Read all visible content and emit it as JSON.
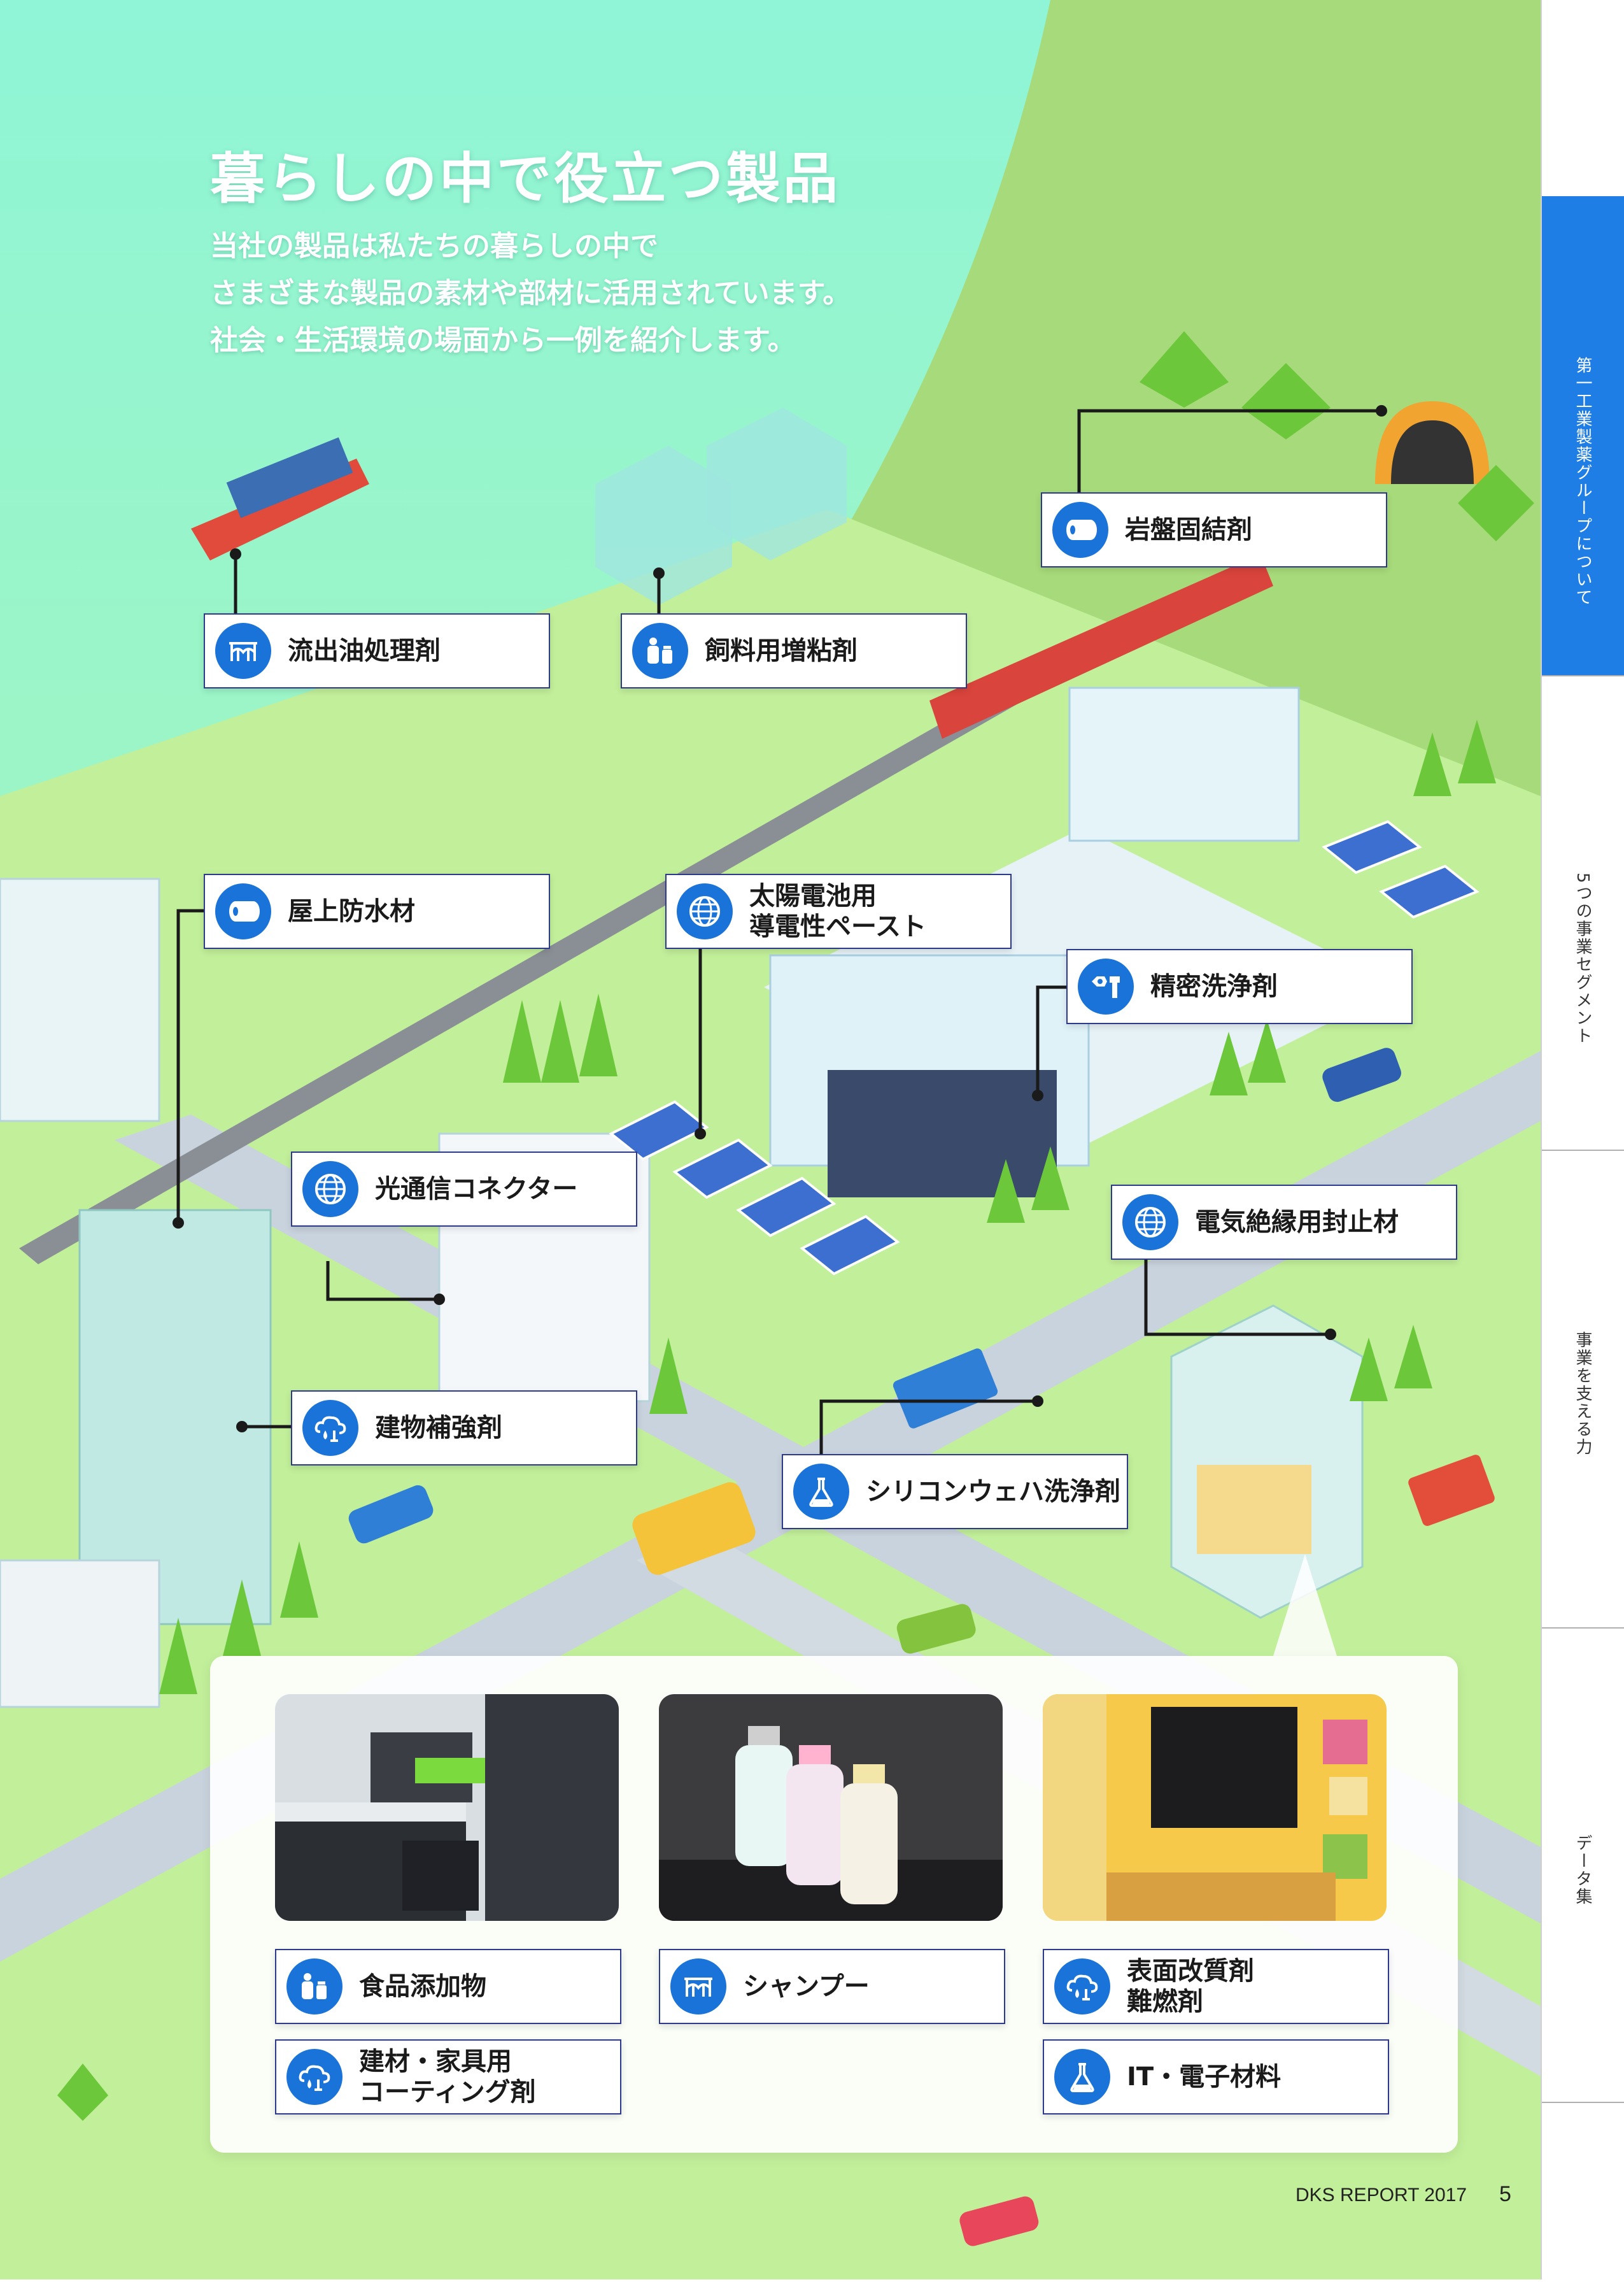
{
  "header": {
    "title": "暮らしの中で役立つ製品",
    "intro": [
      "当社の製品は私たちの暮らしの中で",
      "さまざまな製品の素材や部材に活用されています。",
      "社会・生活環境の場面から一例を紹介します。"
    ]
  },
  "labels": {
    "oil": "流出油処理剤",
    "feed": "飼料用増粘剤",
    "rock": "岩盤固結剤",
    "roof": "屋上防水材",
    "solar": [
      "太陽電池用",
      "導電性ペースト"
    ],
    "precision": "精密洗浄剤",
    "optical": "光通信コネクター",
    "insulation": "電気絶縁用封止材",
    "building": "建物補強剤",
    "wafer": "シリコンウェハ洗浄剤"
  },
  "bottom_labels": {
    "food": "食品添加物",
    "coating": [
      "建材・家具用",
      "コーティング剤"
    ],
    "shampoo": "シャンプー",
    "surface": [
      "表面改質剤",
      "難燃剤"
    ],
    "it": "IT・電子材料"
  },
  "sidebar": {
    "items": [
      "第一工業製薬グループについて",
      "5つの事業セグメント",
      "事業を支える力",
      "データ集"
    ]
  },
  "footer": {
    "report": "DKS REPORT 2017",
    "page": "5"
  },
  "colors": {
    "accent": "#1e7ee6",
    "icon_bg": "#1a73d8",
    "label_border": "#2d3a8c",
    "sky": "#7ff0c8",
    "grass": "#b8ec92",
    "road": "#c9d3dd"
  },
  "icons": [
    "tank-icon",
    "bottles-icon",
    "roll-icon",
    "globe-icon",
    "bolt-nut-icon",
    "cloud-drop-icon",
    "flask-icon"
  ]
}
